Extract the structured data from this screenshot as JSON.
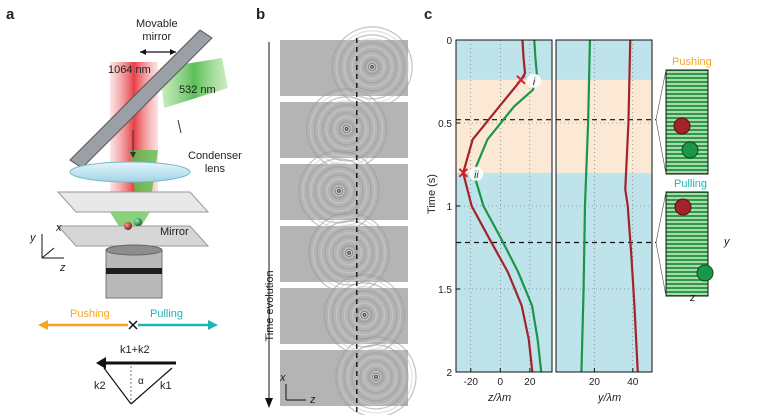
{
  "panel_a": {
    "letter": "a",
    "movable_mirror": "Movable\nmirror",
    "laser_red": "1064 nm",
    "laser_green": "532 nm",
    "condenser_lens": "Condenser\nlens",
    "mirror": "Mirror",
    "axis_x": "x",
    "axis_y": "y",
    "axis_z": "z",
    "pushing": "Pushing",
    "pulling": "Pulling",
    "k_sum": "k1+k2",
    "k1": "k1",
    "k2": "k2",
    "alpha": "α"
  },
  "panel_b": {
    "letter": "b",
    "time_axis": "Time evolution",
    "axis_x": "x",
    "axis_z": "z",
    "frames": [
      {
        "ring_x_frac": 0.72
      },
      {
        "ring_x_frac": 0.52
      },
      {
        "ring_x_frac": 0.46
      },
      {
        "ring_x_frac": 0.54
      },
      {
        "ring_x_frac": 0.66
      },
      {
        "ring_x_frac": 0.75
      }
    ]
  },
  "panel_c": {
    "letter": "c",
    "ylabel": "Time (s)",
    "y_ticks": [
      "0",
      "0.5",
      "1",
      "1.5",
      "2"
    ],
    "left_xlabel": "z/λm",
    "left_x_ticks": [
      "-20",
      "0",
      "20"
    ],
    "right_xlabel": "y/λm",
    "right_x_ticks": [
      "20",
      "40"
    ],
    "pushing": "Pushing",
    "pulling": "Pulling",
    "marker_i": "i",
    "marker_ii": "ii",
    "inset_axis_y": "y",
    "inset_axis_z": "z",
    "colors": {
      "red_particle": "#a3232b",
      "green_particle": "#1a9648",
      "pushing": "#f5a623",
      "pulling": "#1eb4b4",
      "bg_blue": "#bfe3ea",
      "bg_peach": "#fbe9d6"
    }
  },
  "chart_data": {
    "type": "line",
    "y_axis": "Time (s)",
    "ylim": [
      0,
      2
    ],
    "panels": [
      {
        "xlabel": "z/λm",
        "xlim": [
          -30,
          35
        ],
        "series": [
          {
            "color": "red",
            "t": [
              0,
              0.1,
              0.2,
              0.24,
              0.4,
              0.6,
              0.8,
              1.0,
              1.2,
              1.4,
              1.6,
              1.8,
              2.0
            ],
            "x": [
              15,
              15,
              16,
              14,
              0,
              -18,
              -25,
              -20,
              -8,
              5,
              15,
              20,
              22
            ]
          },
          {
            "color": "green",
            "t": [
              0,
              0.1,
              0.2,
              0.3,
              0.4,
              0.6,
              0.8,
              1.0,
              1.2,
              1.4,
              1.6,
              1.8,
              2.0
            ],
            "x": [
              23,
              23,
              24,
              22,
              10,
              -8,
              -18,
              -12,
              0,
              12,
              22,
              26,
              28
            ]
          }
        ]
      },
      {
        "xlabel": "y/λm",
        "xlim": [
          0,
          50
        ],
        "series": [
          {
            "color": "red",
            "t": [
              0,
              0.5,
              0.9,
              1.0,
              1.3,
              1.6,
              2.0
            ],
            "x": [
              38,
              37,
              36,
              38,
              40,
              41,
              42
            ]
          },
          {
            "color": "green",
            "t": [
              0,
              0.5,
              1.0,
              1.5,
              2.0
            ],
            "x": [
              17,
              16,
              15,
              15,
              14
            ]
          }
        ]
      }
    ],
    "annotations": [
      {
        "label": "i",
        "t": 0.24,
        "x": 14
      },
      {
        "label": "ii",
        "t": 0.8,
        "x": -25
      }
    ],
    "regions": [
      {
        "label": "Pushing",
        "t": [
          0.24,
          0.8
        ]
      },
      {
        "label": "Pulling",
        "t": [
          0.8,
          2.0
        ]
      }
    ],
    "dashed_times": [
      0.48,
      1.22
    ]
  }
}
